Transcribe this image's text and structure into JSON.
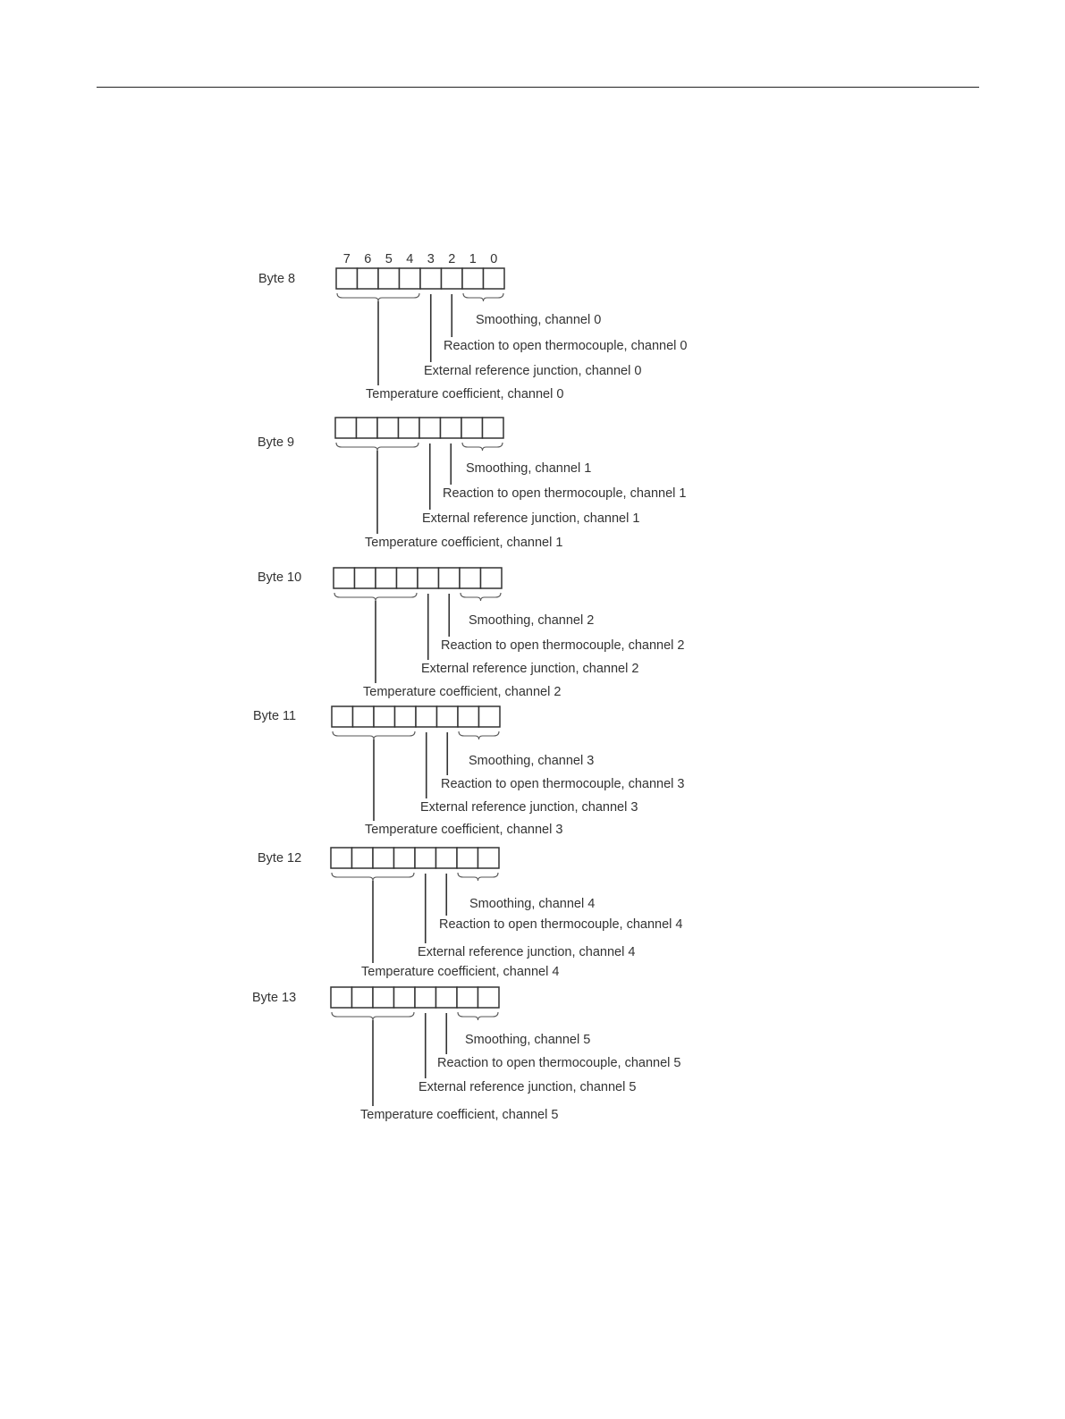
{
  "bit_numbers": [
    "7",
    "6",
    "5",
    "4",
    "3",
    "2",
    "1",
    "0"
  ],
  "bytes": [
    {
      "label": "Byte 8",
      "smoothing": "Smoothing, channel 0",
      "reaction": "Reaction to open thermocouple, channel 0",
      "external": "External reference junction, channel 0",
      "tempcoef": "Temperature coefficient, channel 0"
    },
    {
      "label": "Byte 9",
      "smoothing": "Smoothing, channel 1",
      "reaction": "Reaction to open thermocouple, channel 1",
      "external": "External reference junction, channel 1",
      "tempcoef": "Temperature coefficient, channel 1"
    },
    {
      "label": "Byte 10",
      "smoothing": "Smoothing, channel 2",
      "reaction": "Reaction to open thermocouple, channel 2",
      "external": "External reference junction, channel 2",
      "tempcoef": "Temperature coefficient, channel 2"
    },
    {
      "label": "Byte 11",
      "smoothing": "Smoothing, channel 3",
      "reaction": "Reaction to open thermocouple, channel 3",
      "external": "External reference junction, channel 3",
      "tempcoef": "Temperature coefficient, channel 3"
    },
    {
      "label": "Byte 12",
      "smoothing": "Smoothing, channel 4",
      "reaction": "Reaction to open thermocouple, channel 4",
      "external": "External reference junction, channel 4",
      "tempcoef": "Temperature coefficient, channel 4"
    },
    {
      "label": "Byte 13",
      "smoothing": "Smoothing, channel 5",
      "reaction": "Reaction to open thermocouple, channel 5",
      "external": "External reference junction, channel 5",
      "tempcoef": "Temperature coefficient, channel 5"
    }
  ]
}
